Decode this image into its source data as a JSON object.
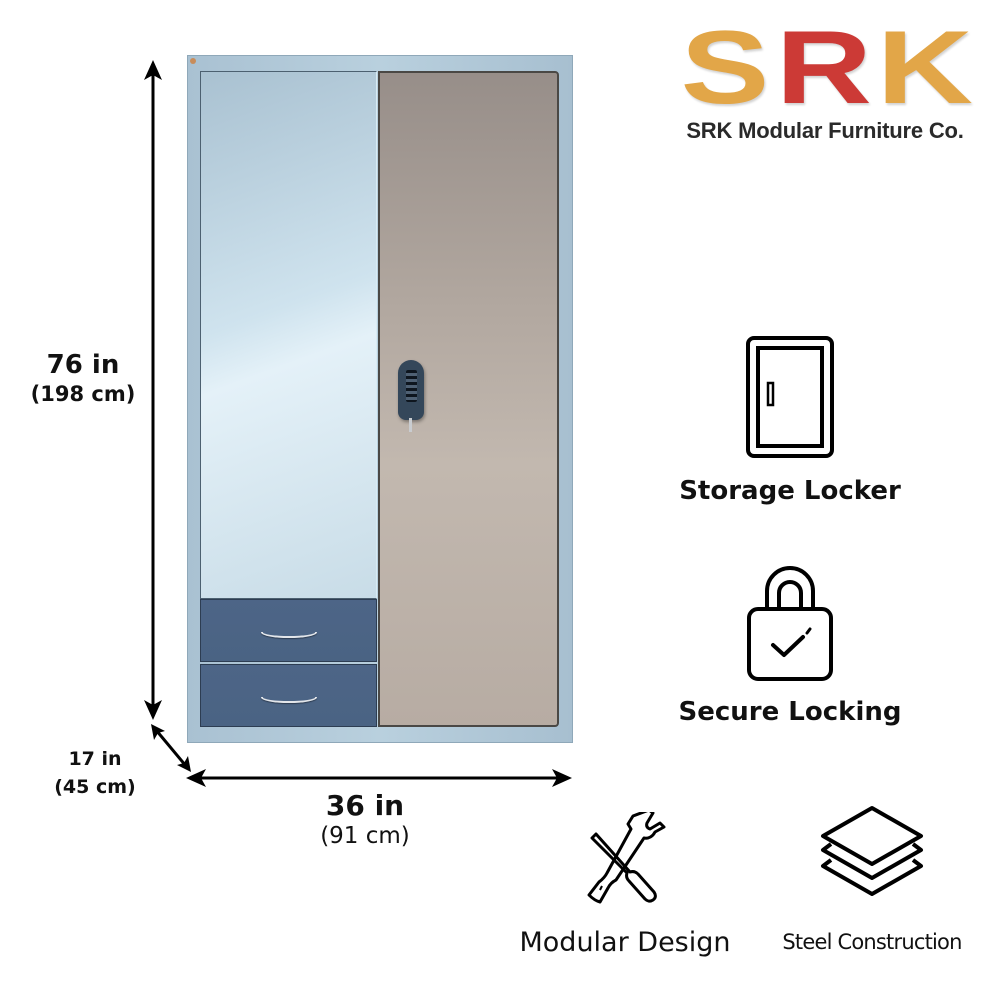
{
  "brand": {
    "logo_letters": [
      {
        "char": "S",
        "color": "#e2a648"
      },
      {
        "char": "R",
        "color": "#cc3a36"
      },
      {
        "char": "K",
        "color": "#e2a648"
      }
    ],
    "company_name": "SRK Modular Furniture Co."
  },
  "product": {
    "type": "steel-wardrobe",
    "colors": {
      "frame": "#b2c9d8",
      "left_door": "#d4e6f0",
      "right_door": "#b5aba3",
      "drawers": "#4b6485",
      "lock": "#34475a"
    },
    "drawer_count": 2
  },
  "dimensions": {
    "height": {
      "imperial": "76 in",
      "metric": "(198 cm)"
    },
    "width": {
      "imperial": "36 in",
      "metric": "(91 cm)"
    },
    "depth": {
      "imperial": "17 in",
      "metric": "(45 cm)"
    }
  },
  "features": [
    {
      "icon": "door-icon",
      "label": "Storage Locker"
    },
    {
      "icon": "padlock-check-icon",
      "label": "Secure Locking"
    },
    {
      "icon": "tools-icon",
      "label": "Modular Design"
    },
    {
      "icon": "layers-icon",
      "label": "Steel Construction"
    }
  ]
}
